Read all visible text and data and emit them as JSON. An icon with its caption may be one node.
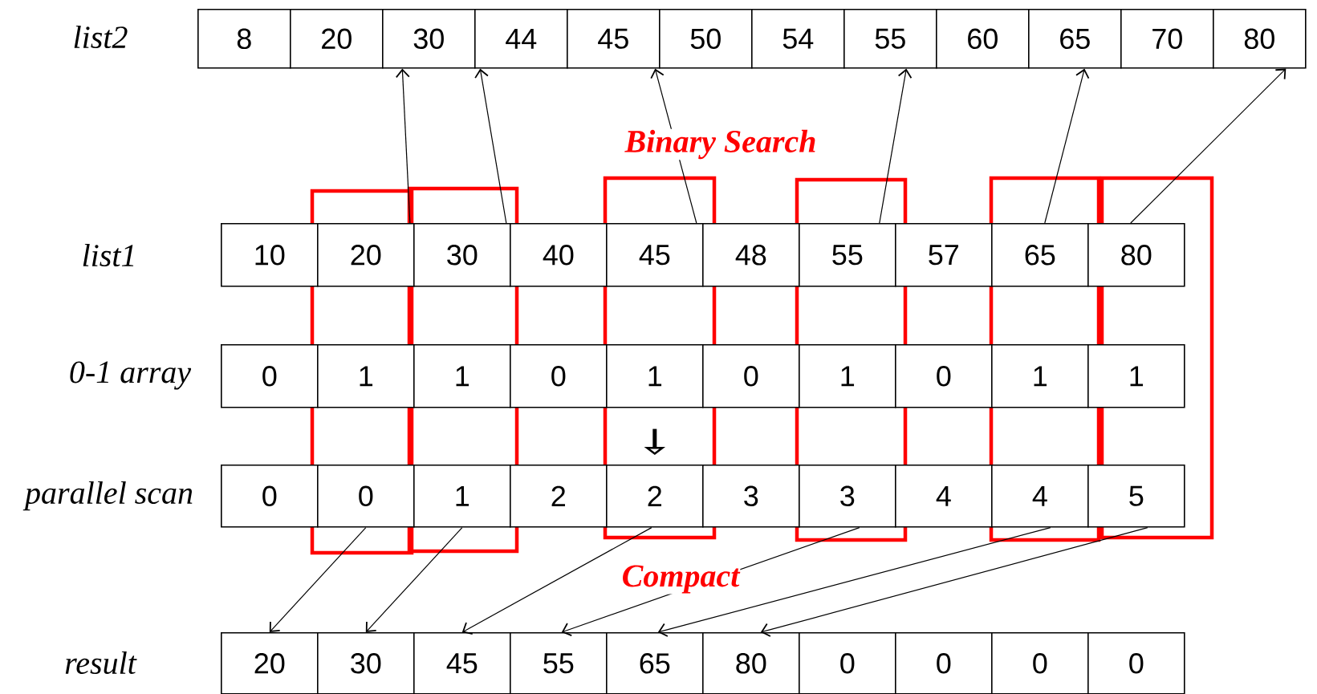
{
  "diagram": {
    "nodes": [
      {
        "text": [
          "8"
        ]
      },
      {
        "text": [
          "20"
        ]
      },
      {
        "text": [
          "30"
        ]
      },
      {
        "text": [
          "44"
        ]
      },
      {
        "text": [
          "45"
        ]
      },
      {
        "text": [
          "50"
        ]
      },
      {
        "text": [
          "54"
        ]
      },
      {
        "text": [
          "55"
        ]
      },
      {
        "text": [
          "60"
        ]
      },
      {
        "text": [
          "65"
        ]
      },
      {
        "text": [
          "70"
        ]
      },
      {
        "text": [
          "80"
        ]
      },
      {
        "text": [
          "10"
        ]
      },
      {
        "text": [
          "20"
        ]
      },
      {
        "text": [
          "30"
        ]
      },
      {
        "text": [
          "40"
        ]
      },
      {
        "text": [
          "45"
        ]
      },
      {
        "text": [
          "48"
        ]
      },
      {
        "text": [
          "55"
        ]
      },
      {
        "text": [
          "57"
        ]
      },
      {
        "text": [
          "65"
        ]
      },
      {
        "text": [
          "80"
        ]
      },
      {
        "text": [
          "0"
        ]
      },
      {
        "text": [
          "1"
        ]
      },
      {
        "text": [
          "1"
        ]
      },
      {
        "text": [
          "0"
        ]
      },
      {
        "text": [
          "1"
        ]
      },
      {
        "text": [
          "0"
        ]
      },
      {
        "text": [
          "1"
        ]
      },
      {
        "text": [
          "0"
        ]
      },
      {
        "text": [
          "1"
        ]
      },
      {
        "text": [
          "1"
        ]
      },
      {
        "text": [
          "0"
        ]
      },
      {
        "text": [
          "0"
        ]
      },
      {
        "text": [
          "1"
        ]
      },
      {
        "text": [
          "2"
        ]
      },
      {
        "text": [
          "2"
        ]
      },
      {
        "text": [
          "3"
        ]
      },
      {
        "text": [
          "3"
        ]
      },
      {
        "text": [
          "4"
        ]
      },
      {
        "text": [
          "4"
        ]
      },
      {
        "text": [
          "5"
        ]
      },
      {
        "text": [
          "20"
        ]
      },
      {
        "text": [
          "30"
        ]
      },
      {
        "text": [
          "45"
        ]
      },
      {
        "text": [
          "55"
        ]
      },
      {
        "text": [
          "65"
        ]
      },
      {
        "text": [
          "80"
        ]
      },
      {
        "text": [
          "0"
        ]
      },
      {
        "text": [
          "0"
        ]
      },
      {
        "text": [
          "0"
        ]
      },
      {
        "text": [
          "0"
        ]
      }
    ],
    "edges": [
      {
        "from": 13,
        "to": 2,
        "arrow": "to"
      },
      {
        "from": 14,
        "to": 3,
        "arrow": "to"
      },
      {
        "from": 16,
        "to": 4,
        "arrow": "to"
      },
      {
        "from": 18,
        "to": 7,
        "arrow": "to"
      },
      {
        "from": 20,
        "to": 9,
        "arrow": "to"
      },
      {
        "from": 21,
        "to": 11,
        "arrow": "to"
      },
      {
        "from": 26,
        "to": 36,
        "arrow": "to",
        "style": "thick"
      },
      {
        "from": 33,
        "to": 42,
        "arrow": "to"
      },
      {
        "from": 34,
        "to": 43,
        "arrow": "to"
      },
      {
        "from": 36,
        "to": 44,
        "arrow": "to"
      },
      {
        "from": 38,
        "to": 45,
        "arrow": "to"
      },
      {
        "from": 40,
        "to": 46,
        "arrow": "to"
      },
      {
        "from": 41,
        "to": 47,
        "arrow": "to"
      }
    ],
    "labels": [
      "list2",
      "Binary Search",
      "list1",
      "0-1 array",
      "parallel scan",
      "Compact",
      "result"
    ]
  }
}
